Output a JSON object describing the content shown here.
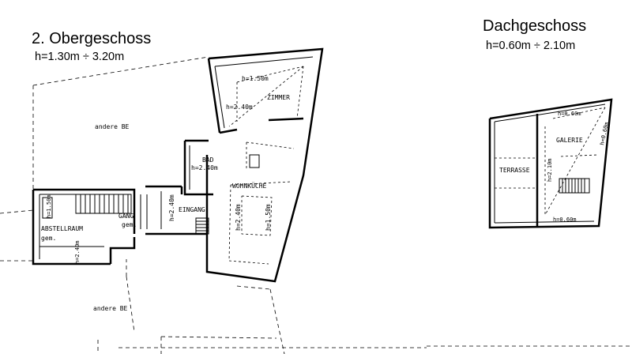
{
  "floor2": {
    "title": "2. Obergeschoss",
    "height_range": "h=1.30m ÷ 3.20m"
  },
  "attic": {
    "title": "Dachgeschoss",
    "height_range": "h=0.60m ÷ 2.10m"
  },
  "labels": {
    "andere_be_top": "andere BE",
    "andere_be_bottom": "andere BE",
    "zimmer": "ZIMMER",
    "zimmer_h1": "h=1.50m",
    "zimmer_h2": "h=2.40m",
    "bad": "BAD",
    "bad_h": "h=2.40m",
    "wohnkueche": "WOHNKÜCHE",
    "wohnkueche_h1": "h=2.40m",
    "wohnkueche_h2": "h=1.50m",
    "eingang": "EINGANG",
    "eingang_h": "h=2.40m",
    "gang": "GANG",
    "gang_gem": "gem.",
    "abstellraum": "ABSTELLRAUM",
    "abstellraum_gem": "gem.",
    "abstell_h1": "h=1.50m",
    "abstell_h2": "h=2.40m",
    "terrasse": "TERRASSE",
    "galerie": "GALERIE",
    "galerie_h_top": "h=0.60m",
    "galerie_h_mid": "h=2.10m",
    "galerie_h_diag": "h=0.60m",
    "galerie_h_bottom": "h=0.60m"
  }
}
